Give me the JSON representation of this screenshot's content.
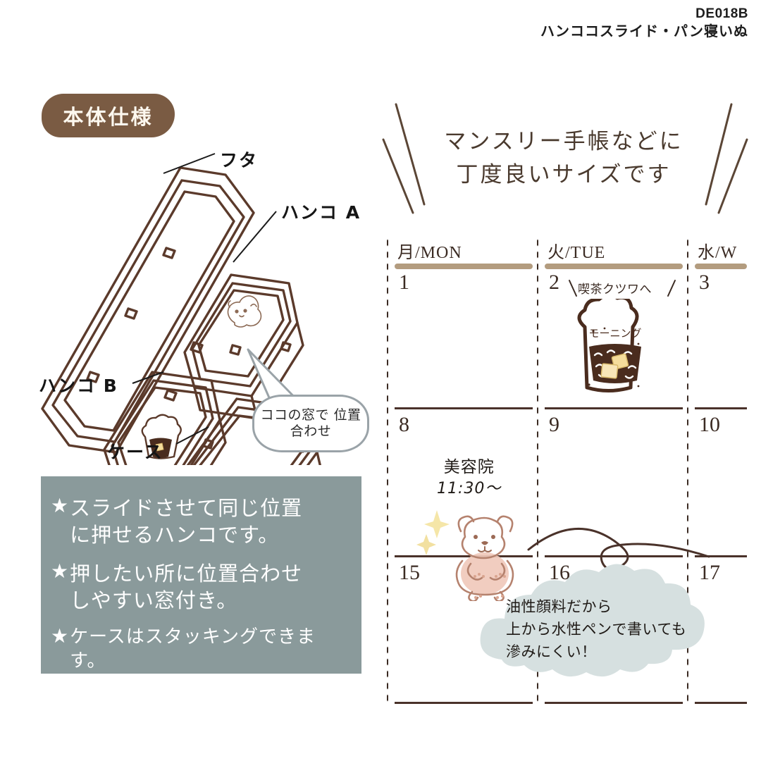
{
  "header": {
    "product_code": "DE018B",
    "product_name": "ハンココスライド・パン寝いぬ"
  },
  "left": {
    "section_badge": "本体仕様",
    "diagram_labels": {
      "lid": "フタ",
      "stamp_a": "ハンコ A",
      "stamp_b": "ハンコ B",
      "case": "ケース"
    },
    "callout_bubble": "ココの窓で\n位置合わせ",
    "features": {
      "bullet_marker": "★",
      "items": [
        "スライドさせて同じ位置\nに押せるハンコです。",
        "押したい所に位置合わせ\nしやすい窓付き。",
        "ケースはスタッキングできます。"
      ]
    }
  },
  "right": {
    "headline_line1": "マンスリー手帳などに",
    "headline_line2": "丁度良いサイズです",
    "calendar": {
      "columns": [
        {
          "label": "月/MON"
        },
        {
          "label": "火/TUE"
        },
        {
          "label": "水/W"
        }
      ],
      "weeks": [
        {
          "days": [
            "1",
            "2",
            "3"
          ]
        },
        {
          "days": [
            "8",
            "9",
            "10"
          ]
        },
        {
          "days": [
            "15",
            "16",
            "17"
          ]
        }
      ]
    },
    "entries": {
      "toast_note": "喫茶クツワへ",
      "toast_stamp_text": "モーニング",
      "salon_title": "美容院",
      "salon_time": "11:30〜"
    },
    "cloud_callout": "油性顔料だから\n上から水性ペンで書いても\n滲みにくい！"
  },
  "colors": {
    "badge_brown": "#7a5b43",
    "line_art_brown": "#5b3a2b",
    "feature_box_slate": "#8a9a9b",
    "header_rule_tan": "#b39c7f",
    "row_rule_brown": "#4a322a",
    "cloud_blue_gray": "#d6e0e0",
    "dog_pink": "#f0c9bb",
    "butter_yellow": "#f5dd9c",
    "toast_dark": "#4a2c1e"
  }
}
